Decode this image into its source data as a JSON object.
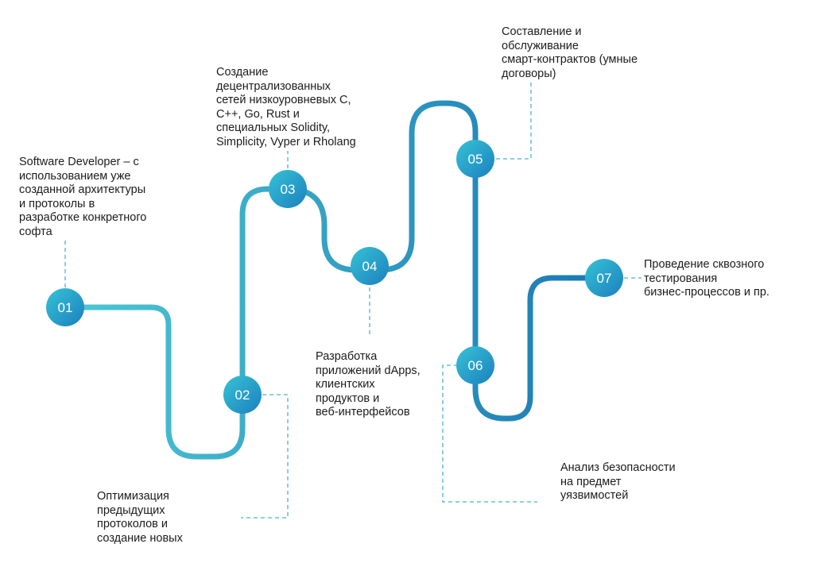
{
  "colors": {
    "path_start": "#4ec8d4",
    "path_end": "#1a78b3",
    "node_light": "#36c2d6",
    "node_dark": "#1c80be",
    "dash_color": "#45b4d8",
    "text_color": "#1c1c1c"
  },
  "steps": [
    {
      "number": "01",
      "text": "Software Developer – с\nиспользованием уже\nсозданной архитектуры\nи протоколы в\nразработке конкретного\nсофта"
    },
    {
      "number": "02",
      "text": "Оптимизация\nпредыдущих\nпротоколов и\nсоздание новых"
    },
    {
      "number": "03",
      "text": "Создание\nдецентрализованных\nсетей низкоуровневых С,\nС++, Go, Rust и\nспециальных Solidity,\nSimplicity, Vyper и Rholang"
    },
    {
      "number": "04",
      "text": "Разработка\nприложений dApps,\nклиентских\nпродуктов и\nвеб-интерфейсов"
    },
    {
      "number": "05",
      "text": "Составление и\nобслуживание\nсмарт-контрактов (умные\nдоговоры)"
    },
    {
      "number": "06",
      "text": "Анализ безопасности\nна предмет\nуязвимостей"
    },
    {
      "number": "07",
      "text": "Проведение сквозного\nтестирования\nбизнес-процессов и пр."
    }
  ]
}
